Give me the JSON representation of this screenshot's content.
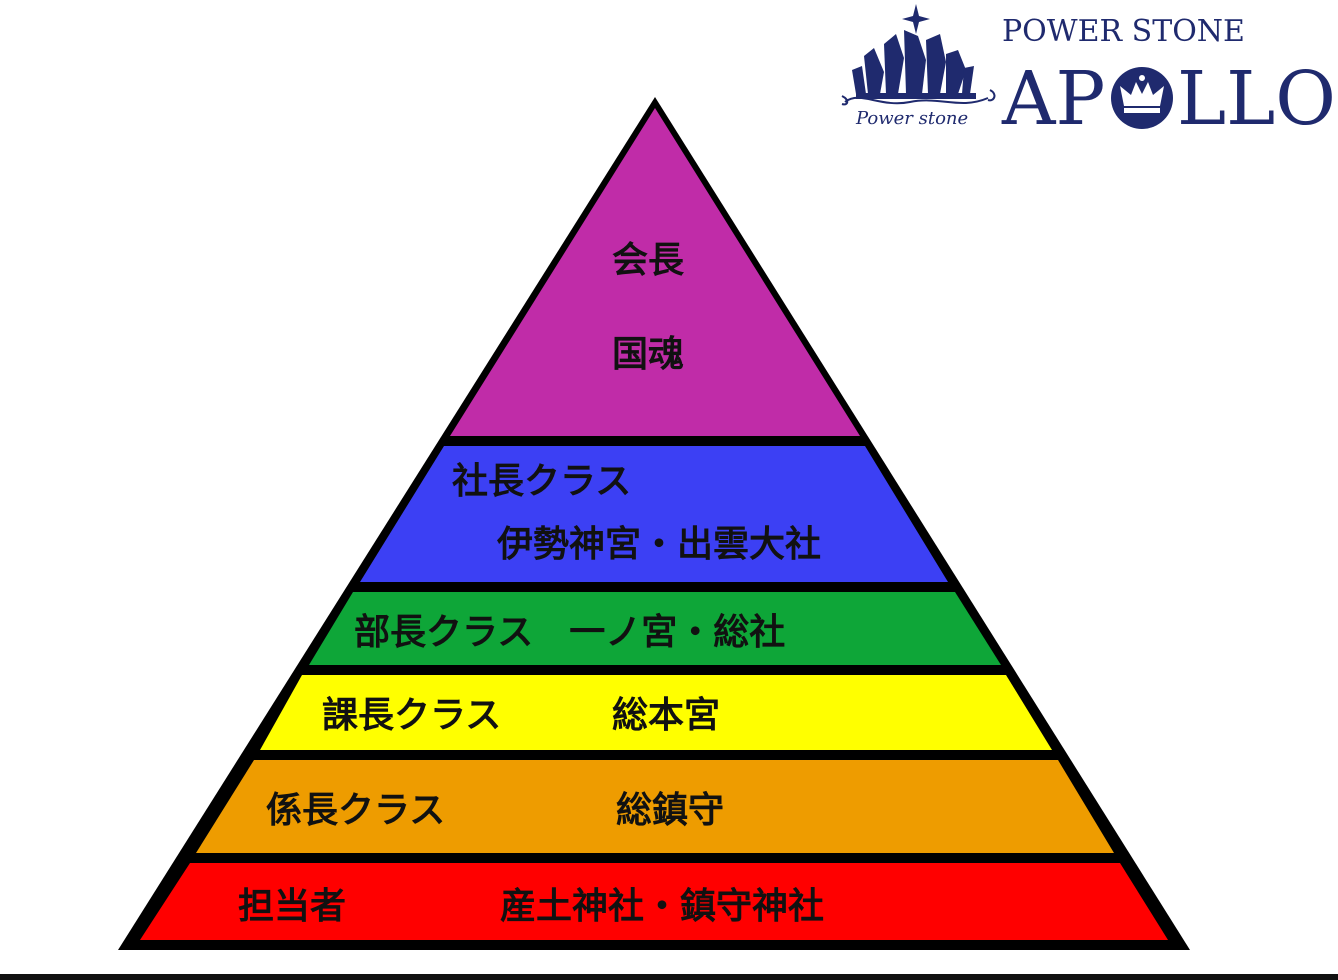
{
  "brand": {
    "tagline": "POWER STONE",
    "name_start": "AP",
    "name_end": "LLO",
    "script_text": "Power stone",
    "navy": "#1f2a6e"
  },
  "pyramid": {
    "outline_color": "#000000",
    "tiers": [
      {
        "id": "chairman",
        "color": "#c02ca8",
        "lines": [
          "会長",
          "国魂"
        ]
      },
      {
        "id": "president",
        "color": "#3c40f4",
        "lines": [
          "社長クラス",
          "伊勢神宮・出雲大社"
        ]
      },
      {
        "id": "department-head",
        "color": "#0ea638",
        "lines": [
          "部長クラス　一ノ宮・総社"
        ]
      },
      {
        "id": "section-head",
        "color": "#ffff00",
        "lines": [
          "課長クラス",
          "総本宮"
        ]
      },
      {
        "id": "chief",
        "color": "#ee9c00",
        "lines": [
          "係長クラス",
          "総鎮守"
        ]
      },
      {
        "id": "staff",
        "color": "#ff0000",
        "lines": [
          "担当者",
          "産土神社・鎮守神社"
        ]
      }
    ]
  }
}
